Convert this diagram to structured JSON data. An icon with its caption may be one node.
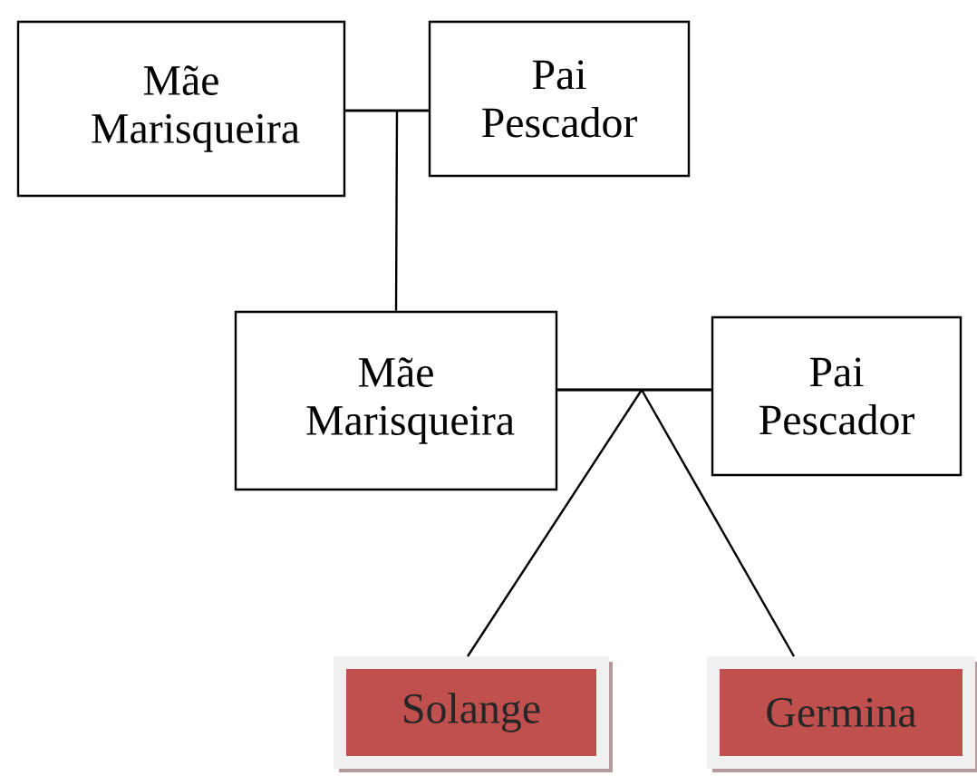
{
  "diagram": {
    "nodes": [
      {
        "text": [
          "Mãe Marisqueira"
        ]
      },
      {
        "text": [
          "Pai Pescador"
        ]
      },
      {
        "text": [
          "Mãe Marisqueira"
        ]
      },
      {
        "text": [
          "Pai Pescador"
        ]
      },
      {
        "text": [
          "Solange"
        ]
      },
      {
        "text": [
          "Germina"
        ]
      }
    ],
    "edges": [
      {
        "from": 0,
        "to": 1,
        "arrow": "none"
      },
      {
        "from": 0,
        "to": 2,
        "arrow": "none"
      },
      {
        "from": 1,
        "to": 2,
        "arrow": "none"
      },
      {
        "from": 2,
        "to": 3,
        "arrow": "none"
      },
      {
        "from": 2,
        "to": 4,
        "arrow": "none"
      },
      {
        "from": 3,
        "to": 4,
        "arrow": "none"
      },
      {
        "from": 2,
        "to": 5,
        "arrow": "none"
      },
      {
        "from": 3,
        "to": 5,
        "arrow": "none"
      }
    ]
  }
}
